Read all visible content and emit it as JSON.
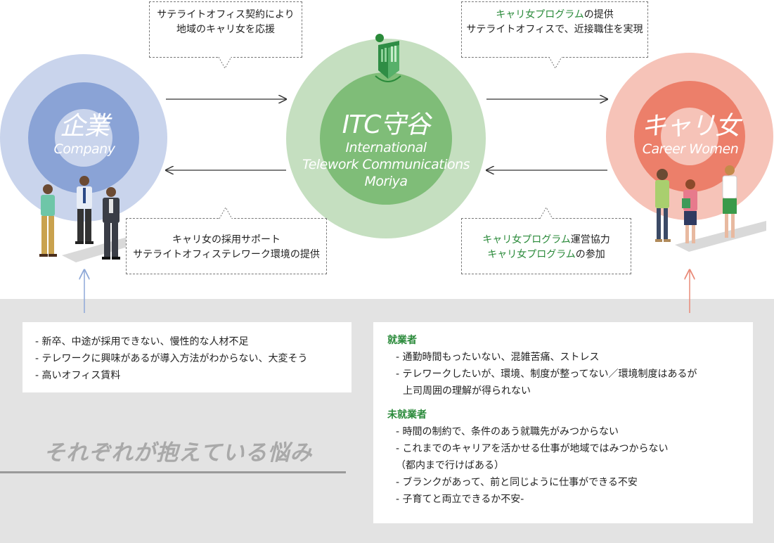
{
  "company": {
    "title": "企業",
    "subtitle": "Company",
    "colors": {
      "outer": "#c9d4ec",
      "inner": "#8aa3d6"
    }
  },
  "itc": {
    "title": "ITC守谷",
    "subtitle_lines": [
      "International",
      "Telework Communications",
      "Moriya"
    ],
    "logo_icon": "itc-logo-icon",
    "colors": {
      "outer": "#c5dfc0",
      "inner": "#7fbd78"
    }
  },
  "career": {
    "title": "キャリ女",
    "subtitle": "Career Women",
    "colors": {
      "outer": "#f6c3b8",
      "inner": "#ec7f6a"
    }
  },
  "callouts": {
    "top_left": [
      "サテライトオフィス契約により",
      "地域のキャリ女を応援"
    ],
    "top_right": {
      "line1_green": "キャリ女プログラム",
      "line1_rest": "の提供",
      "line2": "サテライトオフィスで、近接職住を実現"
    },
    "bottom_left": [
      "キャリ女の採用サポート",
      "サテライトオフィステレワーク環境の提供"
    ],
    "bottom_right": {
      "line1_green": "キャリ女プログラム",
      "line1_rest": "運営協力",
      "line2_green": "キャリ女プログラム",
      "line2_rest": "の参加"
    }
  },
  "left_panel": {
    "items": [
      "- 新卒、中途が採用できない、慢性的な人材不足",
      "- テレワークに興味があるが導入方法がわからない、大変そう",
      "- 高いオフィス賃料"
    ]
  },
  "right_panel": {
    "employed_heading": "就業者",
    "employed_items": [
      "- 通勤時間もったいない、混雑苦痛、ストレス",
      "- テレワークしたいが、環境、制度が整ってない／環境制度はあるが",
      "上司周囲の理解が得られない"
    ],
    "unemployed_heading": "未就業者",
    "unemployed_items": [
      "- 時間の制約で、条件のあう就職先がみつからない",
      "- これまでのキャリアを活かせる仕事が地域ではみつからない",
      "（都内まで行けばある）",
      "- ブランクがあって、前と同じように仕事ができる不安",
      "- 子育てと両立できるか不安-"
    ]
  },
  "tagline": "それぞれが抱えている悩み",
  "accent_colors": {
    "green": "#2a8a3a",
    "blue_arrow": "#8ea8d8",
    "red_arrow": "#e98a78"
  }
}
